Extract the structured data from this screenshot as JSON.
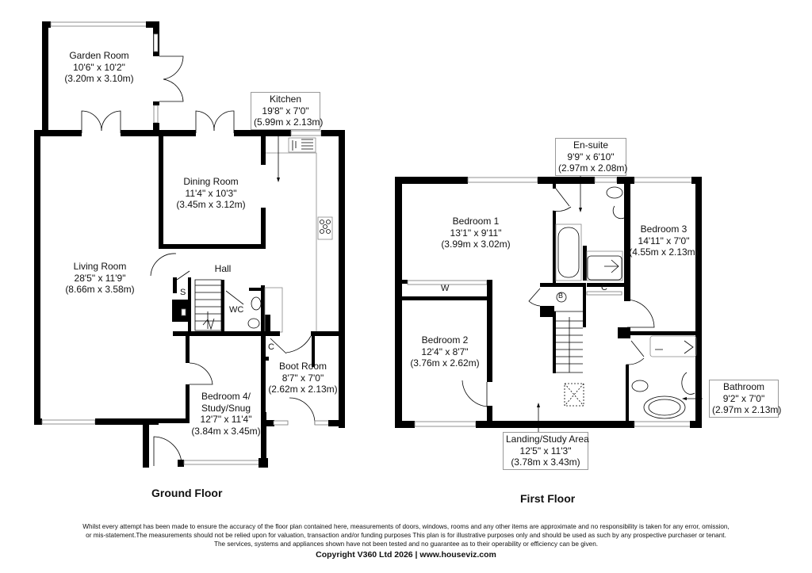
{
  "ground_floor": {
    "title": "Ground Floor",
    "rooms": {
      "garden_room": {
        "name": "Garden Room",
        "imperial": "10'6\" x 10'2\"",
        "metric": "(3.20m x 3.10m)"
      },
      "kitchen": {
        "name": "Kitchen",
        "imperial": "19'8\" x 7'0\"",
        "metric": "(5.99m x 2.13m)"
      },
      "dining_room": {
        "name": "Dining Room",
        "imperial": "11'4\" x 10'3\"",
        "metric": "(3.45m x 3.12m)"
      },
      "living_room": {
        "name": "Living Room",
        "imperial": "28'5\" x 11'9\"",
        "metric": "(8.66m x 3.58m)"
      },
      "hall": {
        "name": "Hall"
      },
      "boot_room": {
        "name": "Boot Room",
        "imperial": "8'7\" x 7'0\"",
        "metric": "(2.62m x 2.13m)"
      },
      "bedroom_4": {
        "name_line1": "Bedroom 4/",
        "name_line2": "Study/Snug",
        "imperial": "12'7\" x 11'4\"",
        "metric": "(3.84m x 3.45m)"
      }
    },
    "markers": {
      "storage": "S",
      "wc": "WC",
      "cupboard": "C"
    }
  },
  "first_floor": {
    "title": "First Floor",
    "rooms": {
      "en_suite": {
        "name": "En-suite",
        "imperial": "9'9\" x 6'10\"",
        "metric": "(2.97m x 2.08m)"
      },
      "bedroom_1": {
        "name": "Bedroom 1",
        "imperial": "13'1\" x 9'11\"",
        "metric": "(3.99m x 3.02m)"
      },
      "bedroom_3": {
        "name": "Bedroom 3",
        "imperial": "14'11\" x 7'0\"",
        "metric": "(4.55m x 2.13m)"
      },
      "bedroom_2": {
        "name": "Bedroom 2",
        "imperial": "12'4\" x 8'7\"",
        "metric": "(3.76m x 2.62m)"
      },
      "bathroom": {
        "name": "Bathroom",
        "imperial": "9'2\" x 7'0\"",
        "metric": "(2.97m x 2.13m)"
      },
      "landing": {
        "name": "Landing/Study Area",
        "imperial": "12'5\" x 11'3\"",
        "metric": "(3.78m x 3.43m)"
      }
    },
    "markers": {
      "wardrobe": "W",
      "boiler": "B",
      "cupboard": "C"
    }
  },
  "footer": {
    "disclaimer_line1": "Whilst every attempt has been made to ensure the accuracy of the floor plan contained here, measurements of doors, windows, rooms and any other items are approximate and no responsibility is taken for any error, omission,",
    "disclaimer_line2": "or mis-statement.The measurements should not be relied upon for valuation, transaction and/or funding purposes This plan is for illustrative purposes only and should be used as such by any prospective purchaser or tenant.",
    "disclaimer_line3": "The services, systems and appliances shown have not been tested and no guarantee as to their operability or efficiency can be given.",
    "copyright": "Copyright V360 Ltd 2026 | www.houseviz.com"
  }
}
